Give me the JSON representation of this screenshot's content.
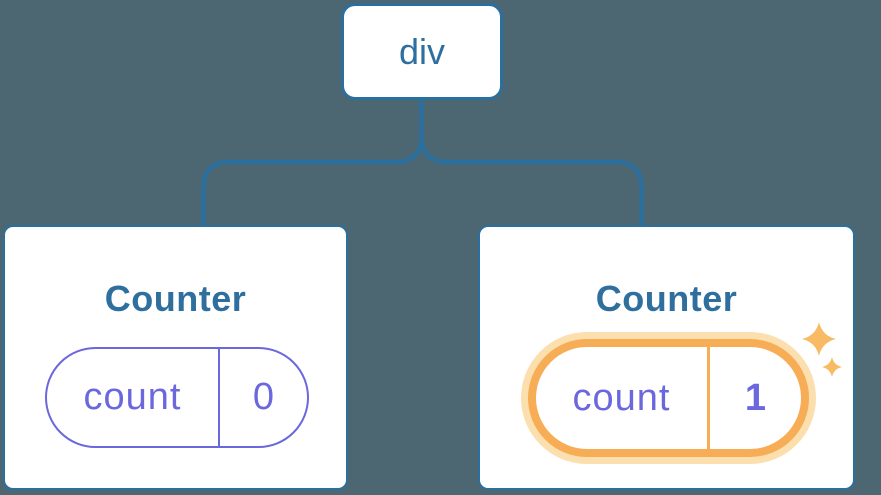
{
  "diagram": {
    "root": {
      "label": "div"
    },
    "children": [
      {
        "title": "Counter",
        "state": {
          "key": "count",
          "value": "0"
        },
        "highlighted": false
      },
      {
        "title": "Counter",
        "state": {
          "key": "count",
          "value": "1"
        },
        "highlighted": true
      }
    ],
    "icons": {
      "sparkle": "✦"
    },
    "colors": {
      "background": "#4C6771",
      "node_border": "#2B6F9E",
      "node_text": "#2E6F9E",
      "state_accent": "#6B68DE",
      "highlight": "#F6AD55",
      "highlight_glow": "#FBDFAE",
      "sparkle": "#F8BA63"
    }
  }
}
